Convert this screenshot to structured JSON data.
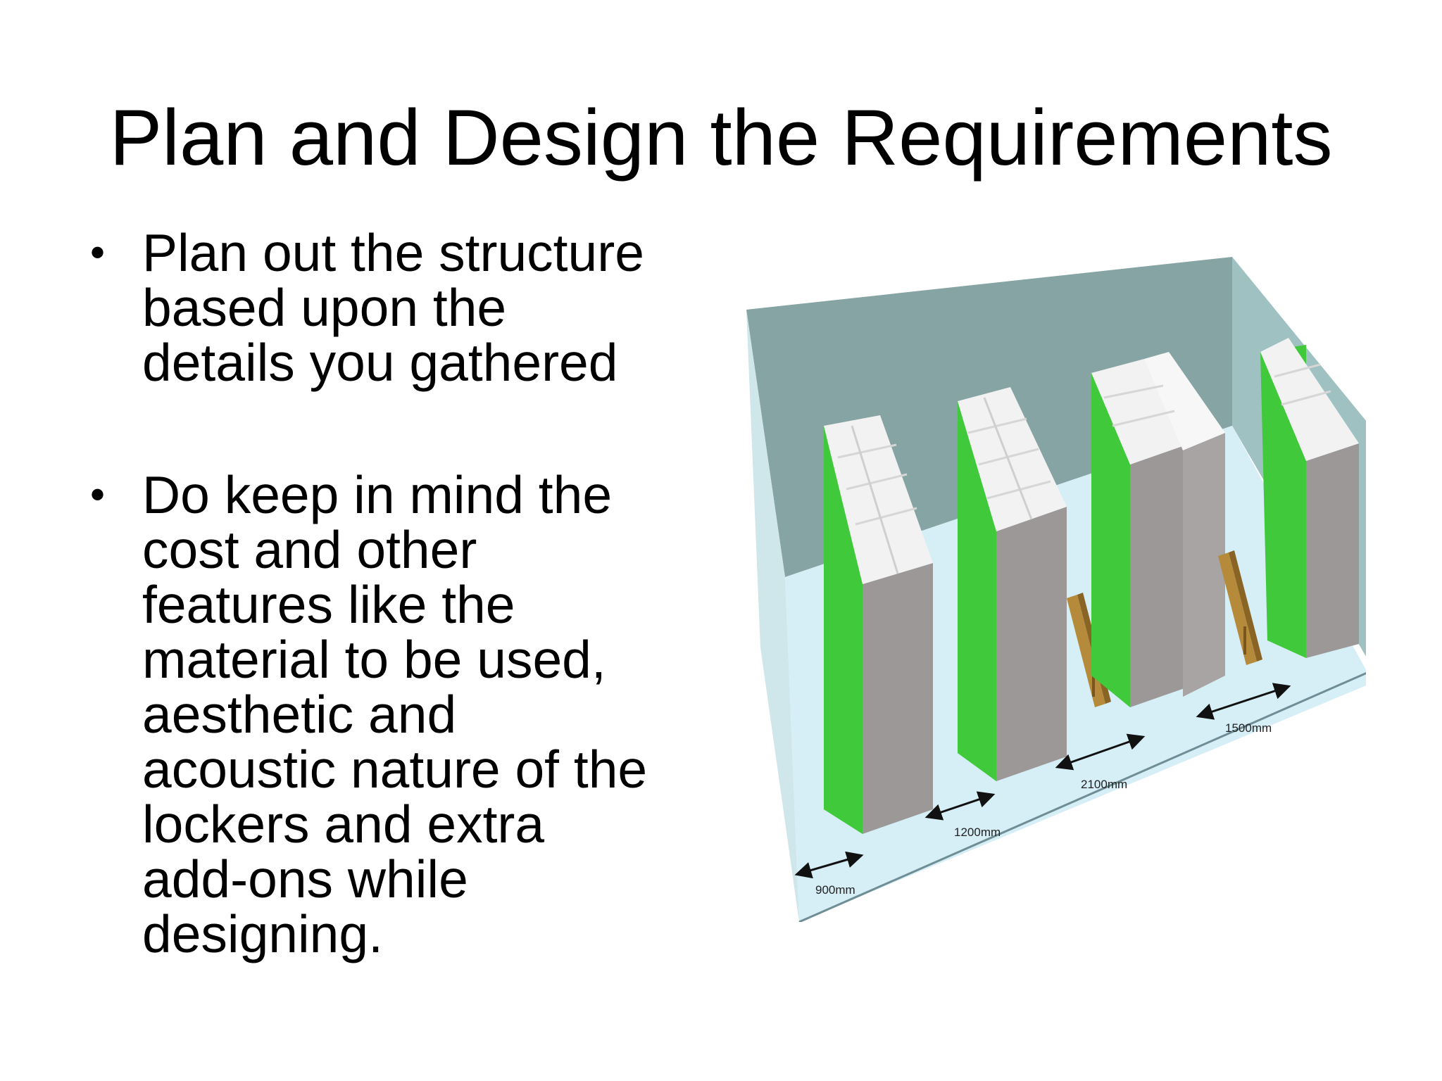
{
  "slide": {
    "title": "Plan and Design the Requirements",
    "bullets": [
      {
        "lines": [
          "Plan out the structure",
          "based upon the",
          "details you gathered"
        ]
      },
      {
        "lines": [
          "Do keep in mind the",
          "cost and other",
          "features like the",
          "material to be used,",
          "aesthetic and",
          "acoustic nature of the",
          "lockers and extra",
          "add-ons while",
          "designing."
        ]
      }
    ],
    "bullet_glyph": "•"
  },
  "figure": {
    "dimensions": [
      "900mm",
      "1200mm",
      "2100mm",
      "1500mm"
    ],
    "colors": {
      "wall": "#86a4a3",
      "floor": "#d6eef6",
      "locker_door": "#3fc93b",
      "locker_side": "#9b9897",
      "locker_top": "#f2f2f2",
      "bench": "#b58a3a"
    }
  }
}
